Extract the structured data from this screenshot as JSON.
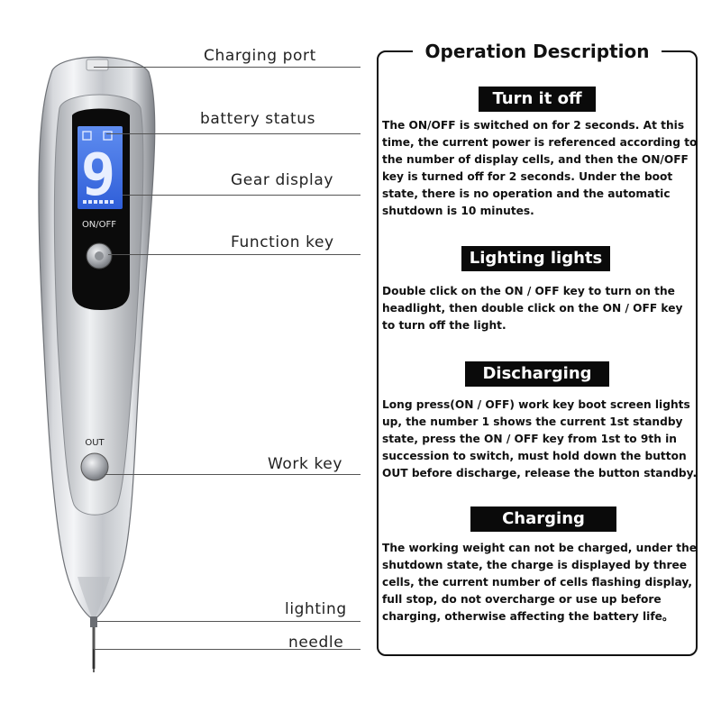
{
  "callouts": {
    "charging_port": "Charging port",
    "battery_status": "battery status",
    "gear_display": "Gear display",
    "function_key": "Function key",
    "work_key": "Work key",
    "lighting": "lighting",
    "needle": "needle"
  },
  "device": {
    "display_digit": "9",
    "on_off_label": "ON/OFF",
    "out_label": "OUT"
  },
  "panel": {
    "title": "Operation Description",
    "sections": [
      {
        "heading": "Turn it off",
        "body": "The ON/OFF is switched on for 2 seconds. At this time, the current power is referenced according to the number of display cells, and then the ON/OFF key is turned off for 2 seconds. Under the boot state, there is no operation and the automatic shutdown is 10 minutes."
      },
      {
        "heading": "Lighting lights",
        "body": "Double click on the ON / OFF key to turn on the headlight, then double click on the ON / OFF key to turn off the light."
      },
      {
        "heading": "Discharging",
        "body": "Long press(ON / OFF) work key boot screen lights up, the number 1 shows the current 1st standby state, press the ON / OFF key from 1st to 9th in succession to switch, must hold down the button OUT before discharge, release the button standby."
      },
      {
        "heading": "Charging",
        "body": "The working weight can not be charged, under the shutdown state, the charge is displayed by three cells, the current number of cells flashing display, full stop, do not overcharge or use up before charging, otherwise affecting the battery life。"
      }
    ]
  },
  "colors": {
    "body_silver": "#c9ccd0",
    "screen_black": "#0b0b0b",
    "display_blue": "#3b6fe0",
    "heading_bg": "#0a0a0a"
  }
}
